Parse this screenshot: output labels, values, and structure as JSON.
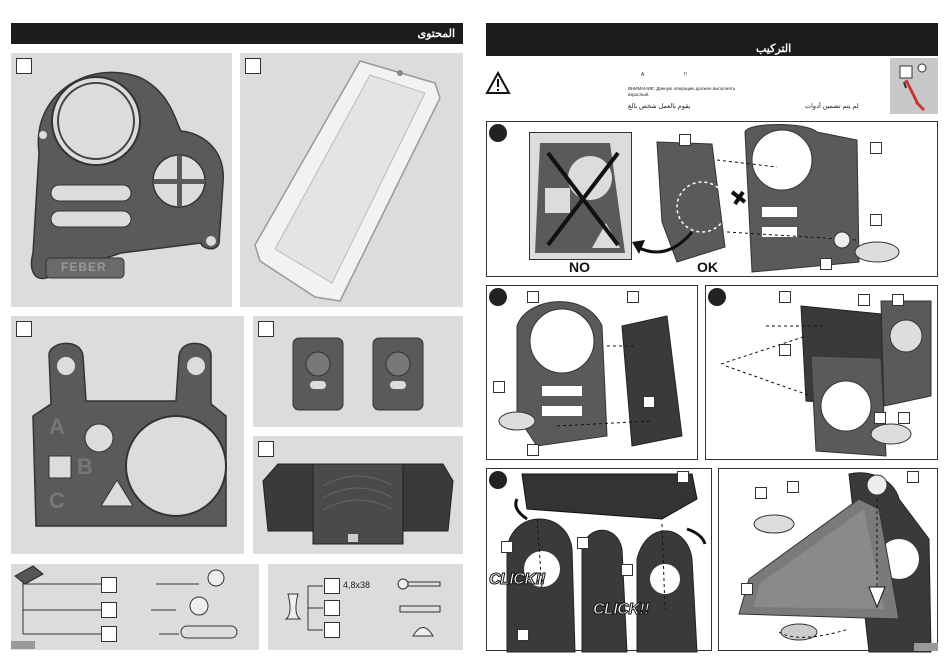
{
  "left_page": {
    "header_title": "المحتوى",
    "logo_text": "FEBER",
    "abc_letters": [
      "A",
      "B",
      "C"
    ],
    "screw_size": "4,8x38"
  },
  "right_page": {
    "header_title": "التركيب",
    "warning_line1": "ВНИМАНИЕ: Данную операцию должен выполнять взрослый.",
    "warning_small_a": "A",
    "warning_small_b": "!!",
    "warning_ar_left": "يقوم بالعمل شخص بالغ",
    "warning_ar_right": "لم يتم تضمين أدوات",
    "no_label": "NO",
    "ok_label": "OK",
    "click_label": "CLICK!!"
  },
  "colors": {
    "header_bg": "#1c1c1c",
    "panel_bg": "#dcdcdc",
    "part_dark": "#5a5a5a",
    "part_light": "#e6e6e6"
  }
}
